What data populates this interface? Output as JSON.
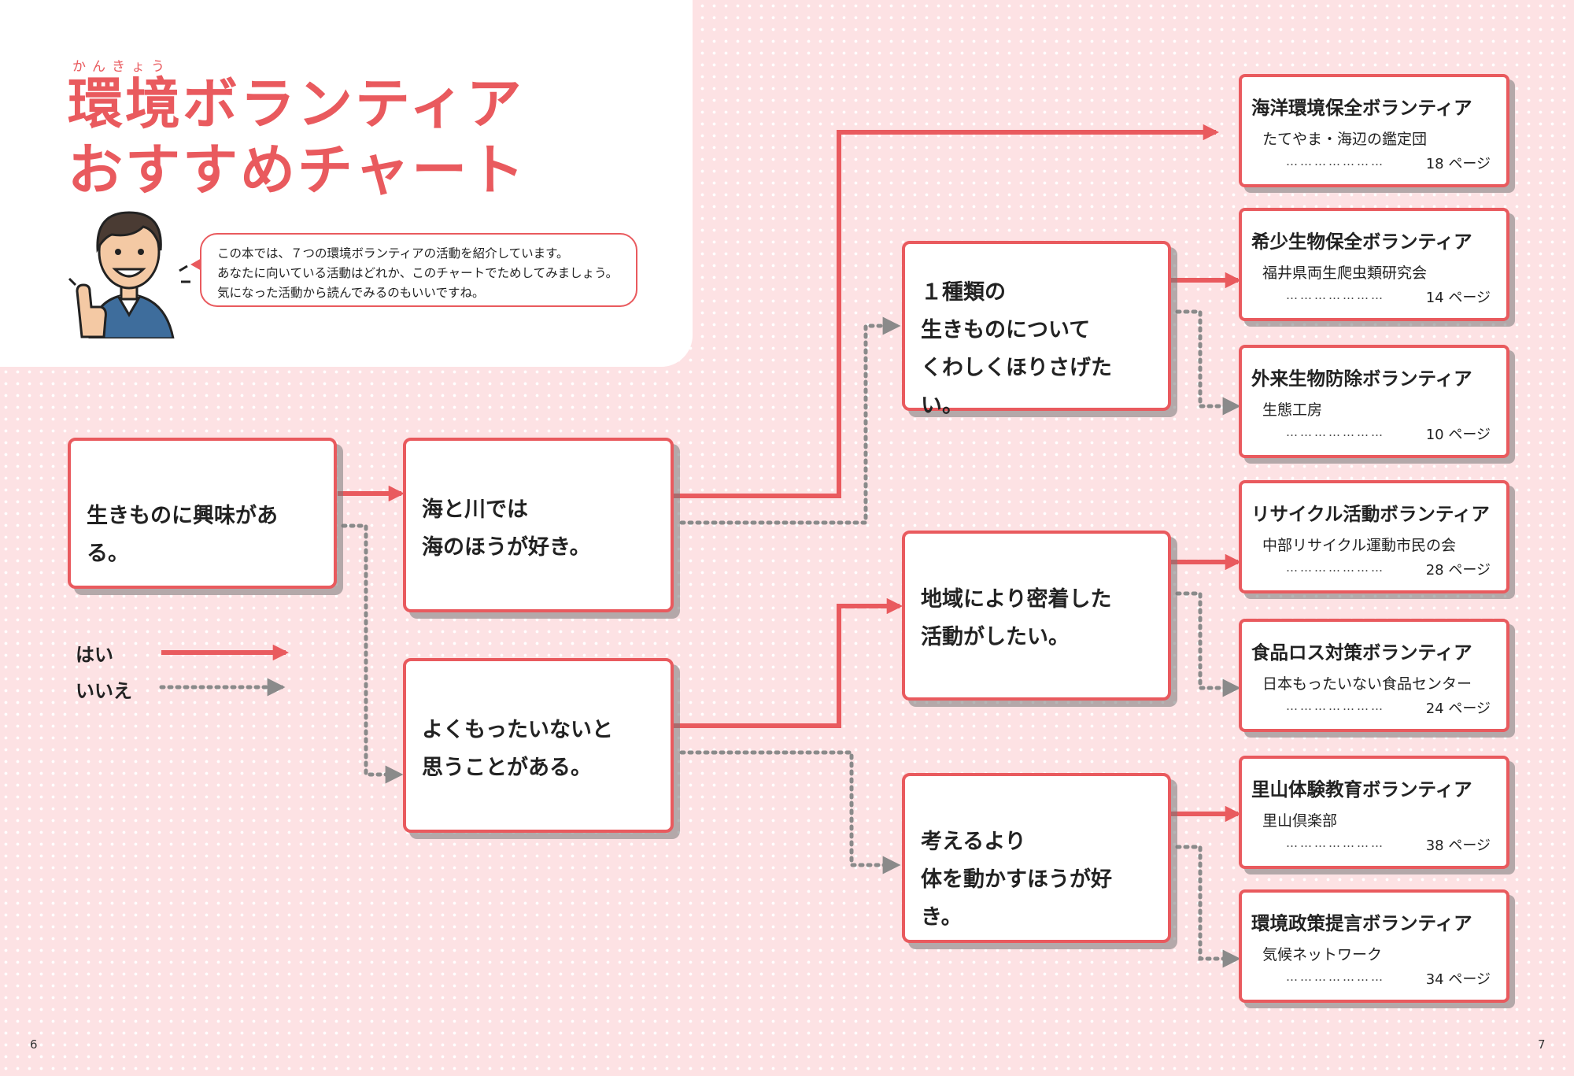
{
  "title": {
    "ruby": "かんきょう",
    "line1": "環境ボランティア",
    "line2": "おすすめチャート"
  },
  "speech": {
    "line1": "この本では、７つの環境ボランティアの活動を紹介しています。",
    "line2": "あなたに向いている活動はどれか、このチャートでためしてみましょう。",
    "line3": "気になった活動から読んでみるのもいいですね。"
  },
  "questions": {
    "q1": {
      "line1": "生きものに興味がある。"
    },
    "q2": {
      "line1": "海と川では",
      "line2": "海のほうが好き。"
    },
    "q3": {
      "line1": "よくもったいないと",
      "line2": "思うことがある。"
    },
    "q4": {
      "line1": "１種類の",
      "line2": "生きものについて",
      "line3": "くわしくほりさげたい。"
    },
    "q5": {
      "line1": "地域により密着した",
      "line2": "活動がしたい。"
    },
    "q6": {
      "line1": "考えるより",
      "line2": "体を動かすほうが好き。"
    }
  },
  "results": [
    {
      "heading": "海洋環境保全ボランティア",
      "org": "たてやま・海辺の鑑定団",
      "page": "18 ページ"
    },
    {
      "heading": "希少生物保全ボランティア",
      "org": "福井県両生爬虫類研究会",
      "page": "14 ページ"
    },
    {
      "heading": "外来生物防除ボランティア",
      "org": "生態工房",
      "page": "10 ページ"
    },
    {
      "heading": "リサイクル活動ボランティア",
      "org": "中部リサイクル運動市民の会",
      "page": "28 ページ"
    },
    {
      "heading": "食品ロス対策ボランティア",
      "org": "日本もったいない食品センター",
      "page": "24 ページ"
    },
    {
      "heading": "里山体験教育ボランティア",
      "org": "里山倶楽部",
      "page": "38 ページ"
    },
    {
      "heading": "環境政策提言ボランティア",
      "org": "気候ネットワーク",
      "page": "34 ページ"
    }
  ],
  "leaders": "…………………",
  "legend": {
    "yes": "はい",
    "no": "いいえ"
  },
  "page_numbers": {
    "left": "6",
    "right": "7"
  },
  "colors": {
    "accent": "#e95a5e",
    "no_path": "#8a8a8a",
    "background": "#fde2e4"
  }
}
